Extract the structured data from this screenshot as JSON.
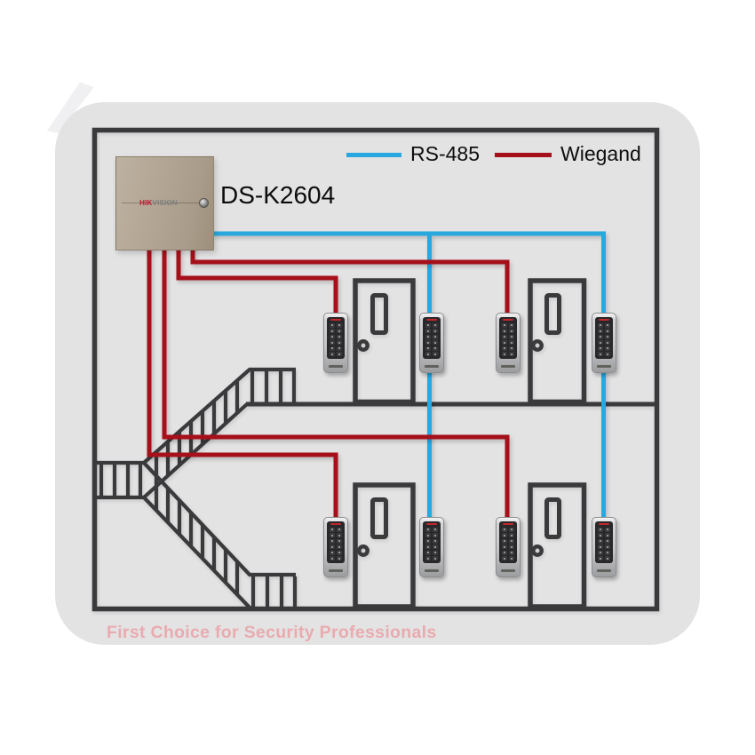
{
  "colors": {
    "page_bg": "#ffffff",
    "card_bg": "#e3e3e4",
    "line_dark": "#3a3a3c",
    "rs485_blue": "#29a8e0",
    "wiegand_red": "#a6101a",
    "hik_red": "#c8102e",
    "tagline_pink": "#e9abaf"
  },
  "legend": {
    "items": [
      {
        "label": "RS-485",
        "color": "#29a8e0"
      },
      {
        "label": "Wiegand",
        "color": "#a6101a"
      }
    ]
  },
  "controller": {
    "model_label": "DS-K2604",
    "logo_hik": "HIK",
    "logo_vision": "VISION"
  },
  "building": {
    "floors": 2,
    "doors_per_floor": 2,
    "readers_total": 8
  },
  "footer": {
    "tagline": "First Choice for Security Professionals"
  }
}
